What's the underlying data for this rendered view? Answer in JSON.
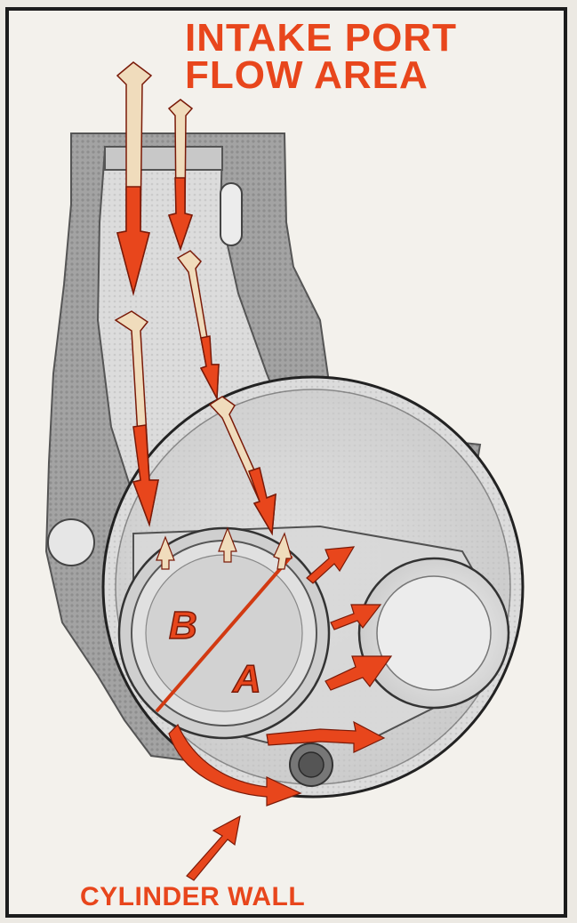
{
  "title": {
    "line1": "INTAKE PORT",
    "line2": "FLOW AREA"
  },
  "labels": {
    "a": "A",
    "b": "B"
  },
  "caption": "CYLINDER WALL",
  "colors": {
    "accent": "#e8461c",
    "arrow_fill": "#f0e0c4",
    "casting": "#9a9a9a",
    "chamber": "#d6d6d6"
  }
}
